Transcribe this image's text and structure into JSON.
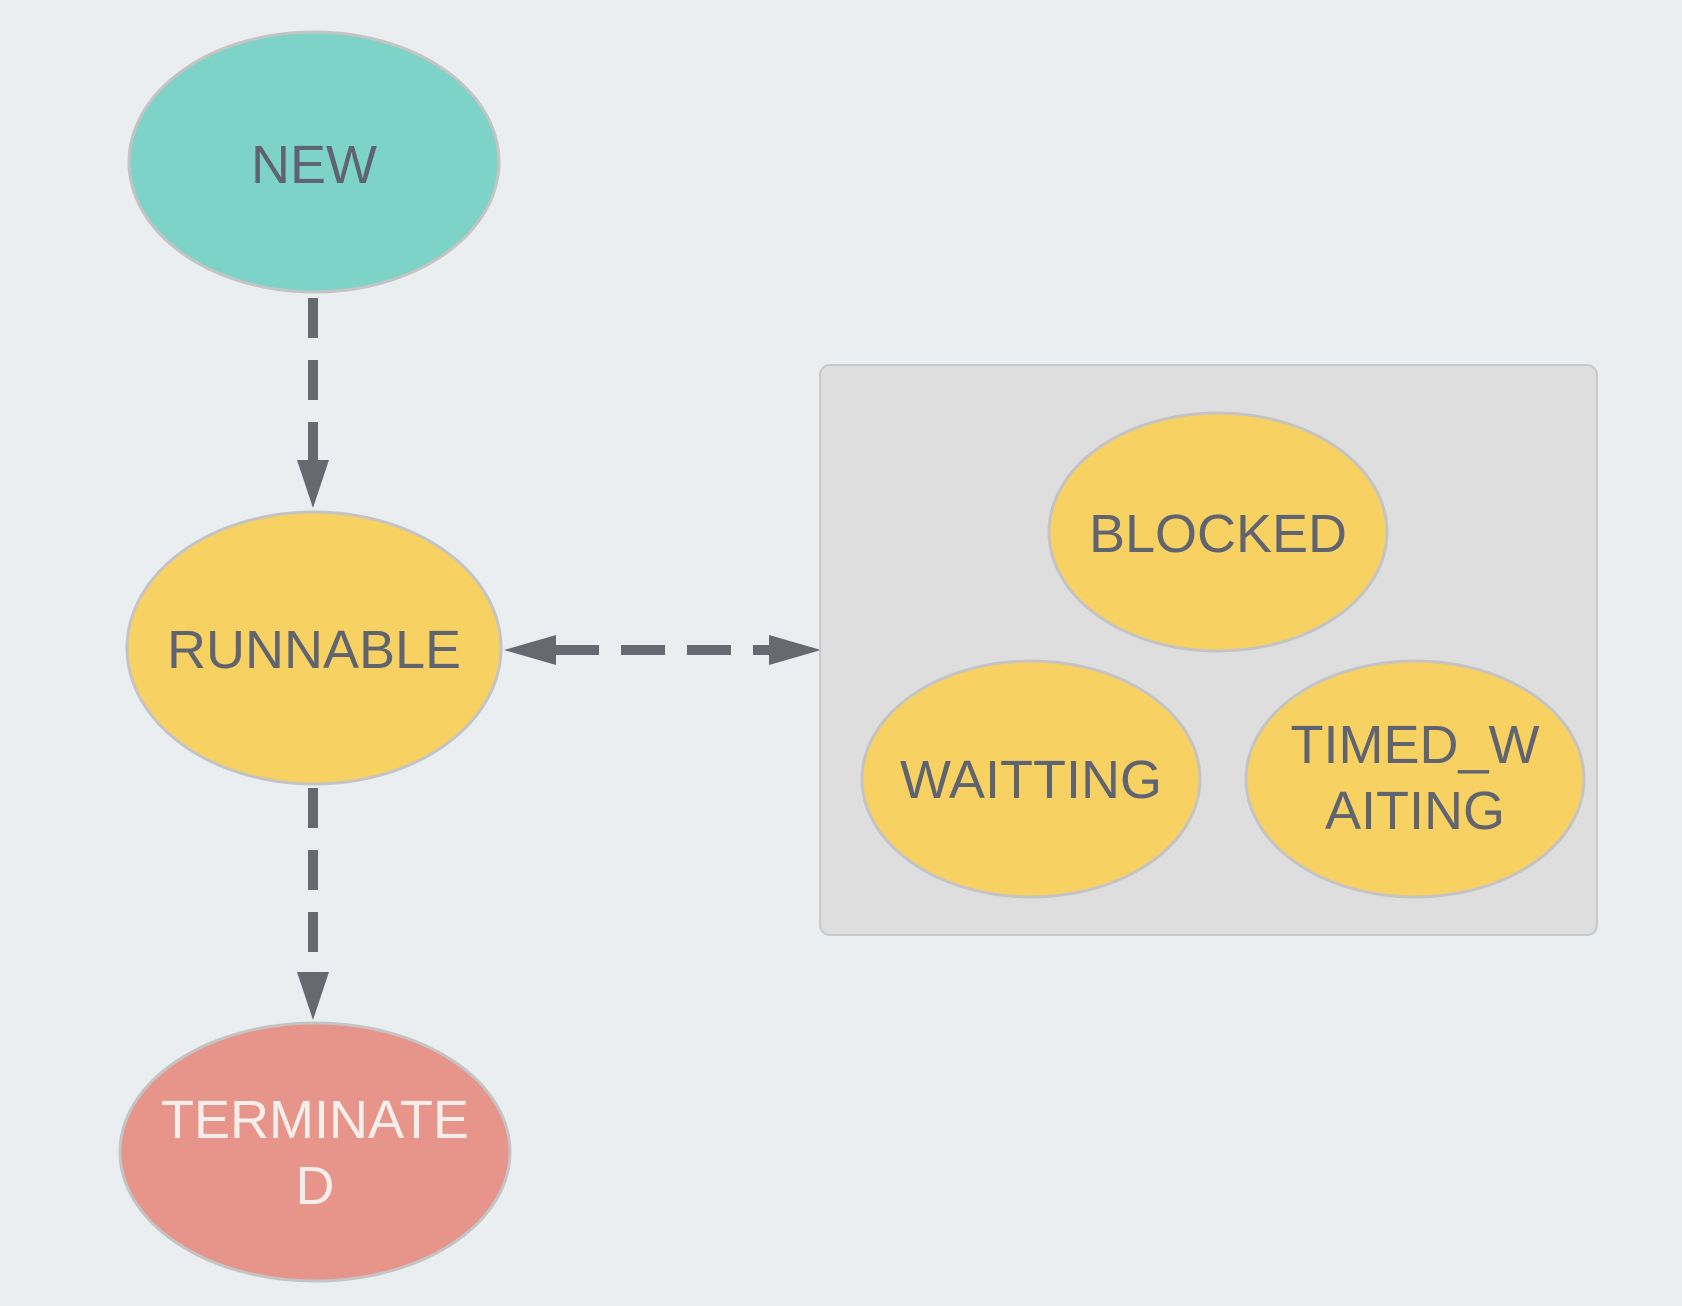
{
  "diagram": {
    "nodes": {
      "new": {
        "label": "NEW",
        "fill": "#7dd3c8",
        "text_color": "#5f6470"
      },
      "runnable": {
        "label": "RUNNABLE",
        "fill": "#f7d162",
        "text_color": "#5f6470"
      },
      "terminated": {
        "line1": "TERMINATE",
        "line2": "D",
        "fill": "#e7948a",
        "text_color": "#f6eeea"
      },
      "blocked": {
        "label": "BLOCKED",
        "fill": "#f7d162",
        "text_color": "#5f6470"
      },
      "waitting": {
        "label": "WAITTING",
        "fill": "#f7d162",
        "text_color": "#5f6470"
      },
      "timed_waiting": {
        "line1": "TIMED_W",
        "line2": "AITING",
        "fill": "#f7d162",
        "text_color": "#5f6470"
      }
    },
    "group": {
      "fill": "#dedede"
    },
    "edges": [
      {
        "from": "NEW",
        "to": "RUNNABLE",
        "style": "dashed",
        "direction": "forward"
      },
      {
        "from": "RUNNABLE",
        "to": "TERMINATED",
        "style": "dashed",
        "direction": "forward"
      },
      {
        "from": "RUNNABLE",
        "to": "BLOCKED/WAITTING/TIMED_WAITING group",
        "style": "dashed",
        "direction": "both"
      }
    ],
    "colors": {
      "background": "#eaeef1",
      "edge": "#686870",
      "node_border": "#c4c4c4"
    }
  }
}
